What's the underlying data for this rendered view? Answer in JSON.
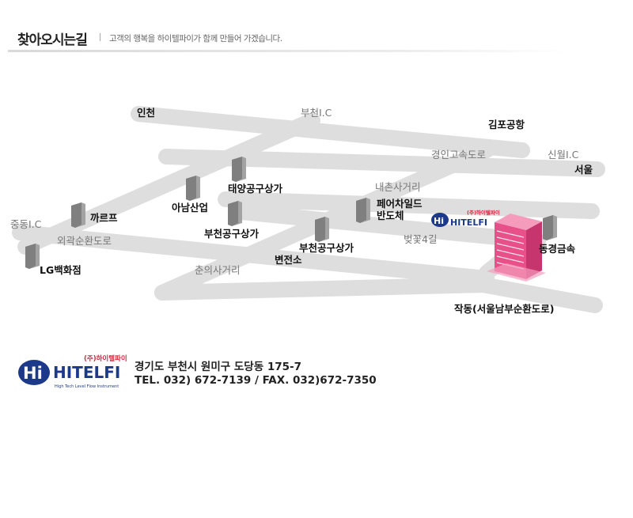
{
  "header": {
    "title": "찾아오시는길",
    "subtitle": "고객의 행복을 하이텔파이가 함께 만들어 가겠습니다."
  },
  "map": {
    "roads": {
      "bucheon_ic": "부천I.C",
      "gyeongin_expressway": "경인고속도로",
      "sinwol_ic": "신월I.C",
      "naechon_crossroad": "내촌사거리",
      "beotkkot_4gil": "벚꽃4길",
      "jungdong_ic": "중동I.C",
      "outer_ring_road": "외곽순환도로",
      "chunui_crossroad": "춘의사거리"
    },
    "places": {
      "incheon": "인천",
      "gimpo_airport": "김포공항",
      "seoul": "서울",
      "taeyang_tool_shop": "태양공구상가",
      "anam_industry": "아남산업",
      "carrefour": "까르프",
      "bucheon_tool_shop_1": "부천공구상가",
      "fairchild_line1": "페어차일드",
      "fairchild_line2": "반도체",
      "bucheon_tool_shop_2": "부천공구상가",
      "substation": "변전소",
      "dongkyung_metal": "동경금속",
      "lg_department_store": "LG백화점",
      "jakdong_road": "작동(서울남부순환도로)"
    },
    "logo": {
      "korean": "(주)하이텔파이",
      "brand": "HITELFI"
    }
  },
  "company": {
    "logo_hi": "Hi",
    "logo_brand": "HITELFI",
    "logo_korean": "(주)하이텔파이",
    "logo_tagline": "High Tech Level Flow Instrument",
    "address": "경기도 부천시 원미구 도당동 175-7",
    "contact": "TEL. 032) 672-7139 / FAX. 032)672-7350"
  },
  "colors": {
    "road": "#dedede",
    "building": "#999999",
    "highlight": "#e85b8f",
    "brand_blue": "#1d3a8a",
    "brand_red": "#d8243a"
  }
}
